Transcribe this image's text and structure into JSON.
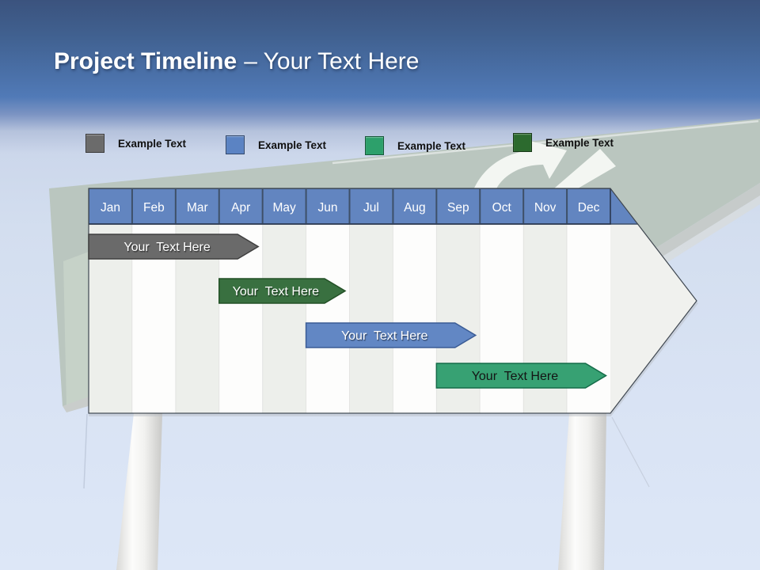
{
  "title": {
    "bold": "Project Timeline",
    "light": "– Your Text Here"
  },
  "legend": {
    "items": [
      {
        "label": "Example Text",
        "color": "#6b6b6b"
      },
      {
        "label": "Example Text",
        "color": "#5b83c3"
      },
      {
        "label": "Example Text",
        "color": "#2da06b"
      },
      {
        "label": "Example Text",
        "color": "#2c6a2e"
      }
    ]
  },
  "timeline": {
    "header_color": "#6285c0",
    "months": [
      "Jan",
      "Feb",
      "Mar",
      "Apr",
      "May",
      "Jun",
      "Jul",
      "Aug",
      "Sep",
      "Oct",
      "Nov",
      "Dec"
    ],
    "bars": [
      {
        "label": "Your  Text Here",
        "start_month": "Jan",
        "end_month": "Apr",
        "start_index": 0,
        "end_index": 3,
        "row": 0,
        "fill": "#6a6a6a",
        "stroke": "#3f3f3f",
        "text_color": "#ffffff"
      },
      {
        "label": "Your  Text Here",
        "start_month": "Apr",
        "end_month": "Jun",
        "start_index": 3,
        "end_index": 5,
        "row": 1,
        "fill": "#397040",
        "stroke": "#235026",
        "text_color": "#ffffff"
      },
      {
        "label": "Your  Text Here",
        "start_month": "Jun",
        "end_month": "Sep",
        "start_index": 5,
        "end_index": 8,
        "row": 2,
        "fill": "#6287c4",
        "stroke": "#3b5c95",
        "text_color": "#ffffff"
      },
      {
        "label": "Your  Text Here",
        "start_month": "Sep",
        "end_month": "Dec",
        "start_index": 8,
        "end_index": 11,
        "row": 3,
        "fill": "#37a173",
        "stroke": "#156c49",
        "text_color": "#141414"
      }
    ]
  }
}
